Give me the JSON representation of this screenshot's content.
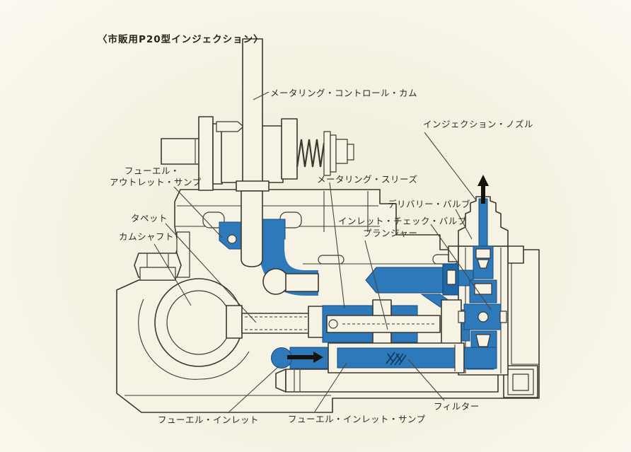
{
  "diagram": {
    "title": "〈市販用P20型インジェクション〉",
    "subject": "fuel-injection-pump-cross-section",
    "labels": [
      {
        "id": "metering-control-cam",
        "text": "メータリング・コントロール・カム"
      },
      {
        "id": "injection-nozzle",
        "text": "インジェクション・ノズル"
      },
      {
        "id": "fuel-outlet-sump-line1",
        "text": "フューエル・"
      },
      {
        "id": "fuel-outlet-sump-line2",
        "text": "アウトレット・サンプ"
      },
      {
        "id": "metering-sleeve",
        "text": "メータリング・スリーズ"
      },
      {
        "id": "delivery-valve",
        "text": "デリバリー・バルブ"
      },
      {
        "id": "inlet-check-valve",
        "text": "インレット・チェック・バルブ"
      },
      {
        "id": "plunger",
        "text": "プランジャー"
      },
      {
        "id": "tappet",
        "text": "タペット"
      },
      {
        "id": "camshaft",
        "text": "カムシャフト"
      },
      {
        "id": "fuel-inlet",
        "text": "フューエル・インレット"
      },
      {
        "id": "fuel-inlet-sump",
        "text": "フューエル・インレット・サンプ"
      },
      {
        "id": "filter",
        "text": "フィルター"
      }
    ],
    "icons": [
      {
        "name": "flow-arrow-up-icon",
        "meaning": "fuel discharge direction at injection nozzle"
      },
      {
        "name": "flow-arrow-right-icon",
        "meaning": "fuel flow direction at fuel inlet"
      }
    ],
    "colors": {
      "fuel_passage_blue": "#2e79b9",
      "fuel_passage_dark_blue": "#1e67a8",
      "line_ink": "#3b382f",
      "paper": "#f5f2e4"
    }
  }
}
